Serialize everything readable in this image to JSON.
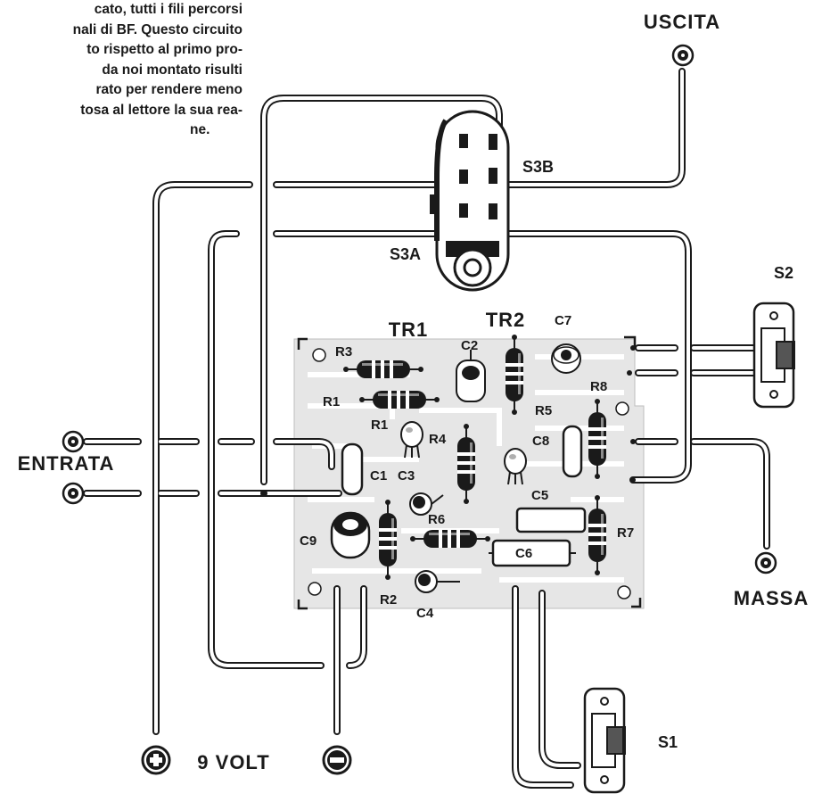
{
  "intro_lines": [
    "cato, tutti i fili percorsi",
    "nali di BF. Questo circuito",
    "to rispetto al primo pro-",
    "da noi montato risulti",
    "rato per rendere meno",
    "tosa al lettore la sua rea-",
    "ne."
  ],
  "labels": {
    "uscita": "USCITA",
    "entrata": "ENTRATA",
    "massa": "MASSA",
    "volt": "9 VOLT",
    "s1": "S1",
    "s2": "S2",
    "s3a": "S3A",
    "s3b": "S3B",
    "tr1": "TR1",
    "tr2": "TR2"
  },
  "components": {
    "R1a": "R1",
    "R1b": "R1",
    "R2": "R2",
    "R3": "R3",
    "R4": "R4",
    "R5": "R5",
    "R6": "R6",
    "R7": "R7",
    "R8": "R8",
    "C1": "C1",
    "C2": "C2",
    "C3": "C3",
    "C4": "C4",
    "C5": "C5",
    "C6": "C6",
    "C7": "C7",
    "C8": "C8",
    "C9": "C9"
  },
  "colors": {
    "ink": "#1a1a1a",
    "board": "#e8e8e8",
    "trace": "#ffffff"
  }
}
